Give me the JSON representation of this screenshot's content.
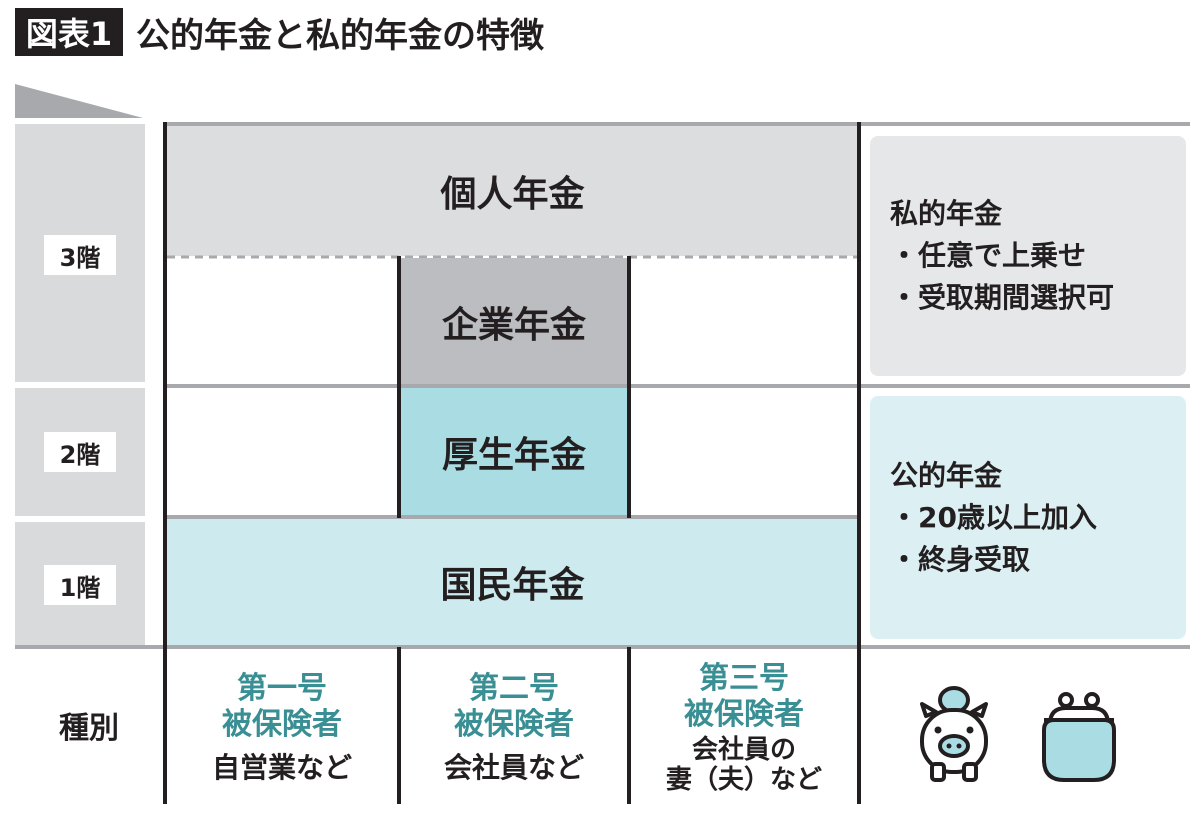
{
  "header": {
    "figure_label": "図表1",
    "title": "公的年金と私的年金の特徴"
  },
  "floors": {
    "third": "3階",
    "second": "2階",
    "first": "1階"
  },
  "cells": {
    "kojin_nenkin": "個人年金",
    "kigyo_nenkin": "企業年金",
    "kosei_nenkin": "厚生年金",
    "kokumin_nenkin": "国民年金"
  },
  "panels": {
    "private": {
      "title": "私的年金",
      "items": [
        "・任意で上乗せ",
        "・受取期間選択可"
      ]
    },
    "public": {
      "title": "公的年金",
      "items": [
        "・20歳以上加入",
        "・終身受取"
      ]
    }
  },
  "types": {
    "row_label": "種別",
    "first": {
      "line1": "第一号",
      "line2": "被保険者",
      "note": "自営業など"
    },
    "second": {
      "line1": "第二号",
      "line2": "被保険者",
      "note": "会社員など"
    },
    "third": {
      "line1": "第三号",
      "line2": "被保険者",
      "note1": "会社員の",
      "note2": "妻（夫）など"
    }
  },
  "icons": [
    "piggy-bank-icon",
    "coin-purse-icon"
  ],
  "colors": {
    "gray_cell": "#dcdddf",
    "dark_gray_cell": "#bcbdc0",
    "teal_cell": "#a9dde3",
    "light_teal_cell": "#cdeaee",
    "private_panel": "#e6e7e8",
    "public_panel": "#dcf0f3",
    "teal_text": "#3a8f94"
  }
}
